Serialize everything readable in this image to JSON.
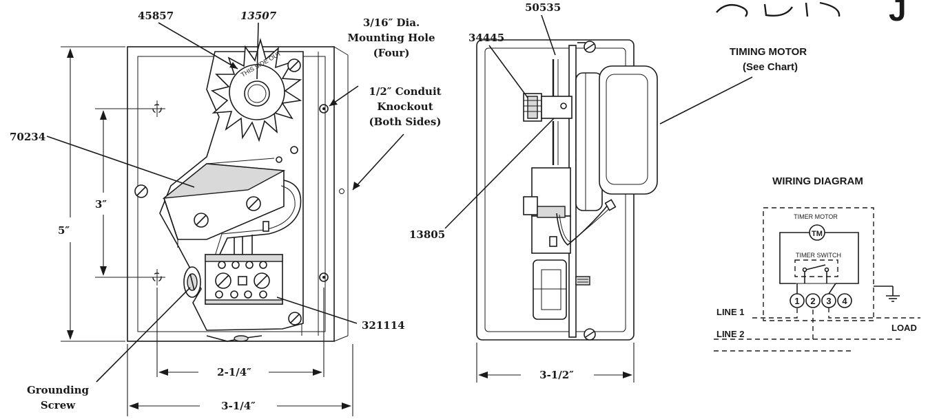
{
  "header": {
    "title_fragment": "J"
  },
  "front_view": {
    "callouts": {
      "p45857": "45857",
      "p13507": "13507",
      "mount_hole_line1": "3/16″ Dia.",
      "mount_hole_line2": "Mounting Hole",
      "mount_hole_line3": "(Four)",
      "knockout_line1": "1/2″ Conduit",
      "knockout_line2": "Knockout",
      "knockout_line3": "(Both Sides)",
      "p70234": "70234",
      "p321114": "321114",
      "grounding_line1": "Grounding",
      "grounding_line2": "Screw",
      "dial_text": "THIS SIDE OUT"
    },
    "dimensions": {
      "height": "5″",
      "hole_spacing_v": "3″",
      "hole_spacing_h": "2-1/4″",
      "width": "3-1/4″"
    }
  },
  "side_view": {
    "callouts": {
      "p50535": "50535",
      "p34445": "34445",
      "p13805": "13805",
      "timing_motor_line1": "TIMING MOTOR",
      "timing_motor_line2": "(See Chart)"
    },
    "dimensions": {
      "depth": "3-1/2″"
    }
  },
  "wiring_diagram": {
    "title": "WIRING DIAGRAM",
    "timer_motor": "TIMER   MOTOR",
    "tm_symbol": "TM",
    "timer_switch": "TIMER  SWITCH",
    "terminals": [
      "1",
      "2",
      "3",
      "4"
    ],
    "line1": "LINE 1",
    "line2": "LINE 2",
    "load": "LOAD"
  }
}
